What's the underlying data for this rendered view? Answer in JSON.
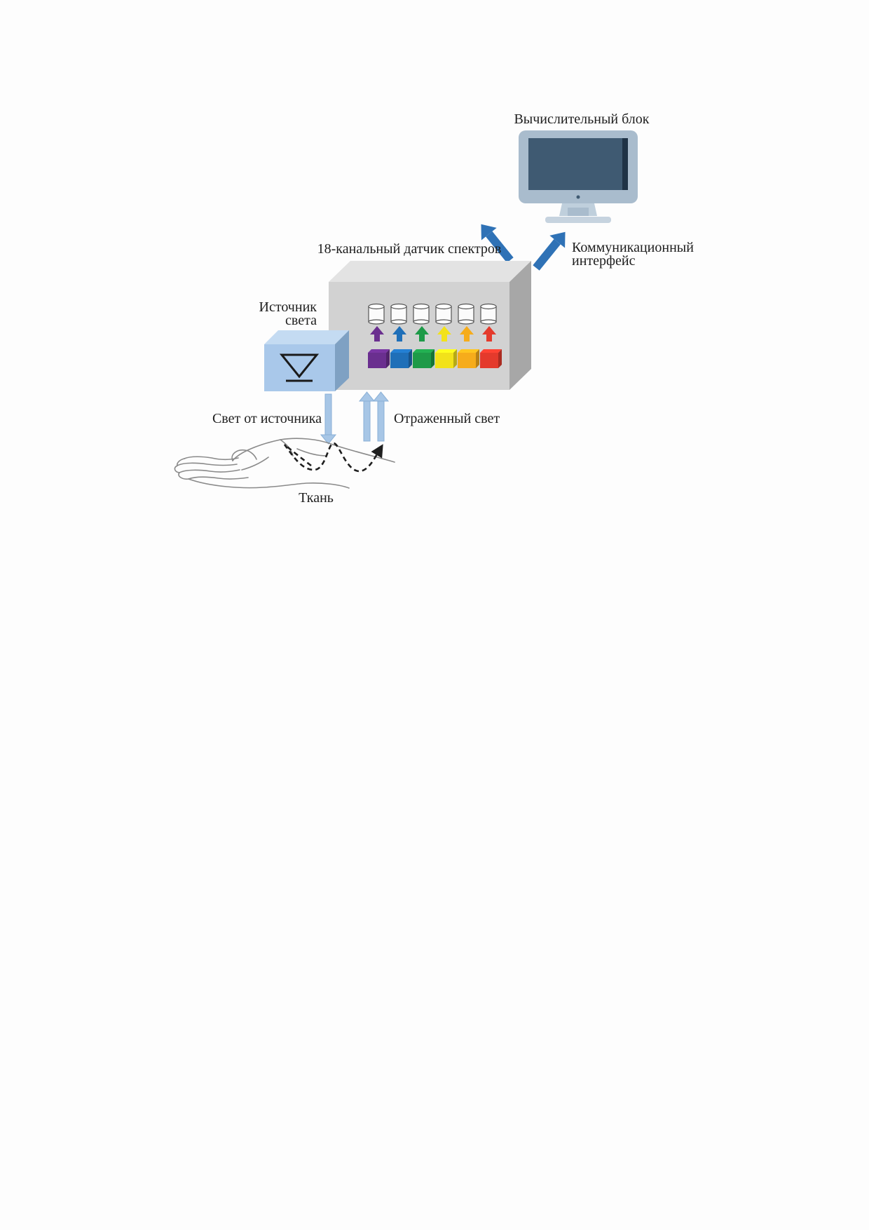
{
  "labels": {
    "computing_unit": "Вычислительный блок",
    "sensor": "18-канальный датчик спектров",
    "interface_line1": "Коммуникационный",
    "interface_line2": "интерфейс",
    "light_source_line1": "Источник",
    "light_source_line2": "света",
    "source_light": "Свет от источника",
    "reflected_light": "Отраженный свет",
    "tissue": "Ткань"
  },
  "channel_colors": [
    "#6a2f8f",
    "#1f6fb8",
    "#1e9a48",
    "#f2e21a",
    "#f6ac1b",
    "#e43a2c"
  ],
  "colors": {
    "sensor_body": "#d2d2d2",
    "light_source_box": "#a9c8ea",
    "monitor_frame": "#a9bccd",
    "monitor_screen": "#3f5a72",
    "link_arrow": "#2f72b6",
    "light_arrow": "#a7c6e6"
  }
}
